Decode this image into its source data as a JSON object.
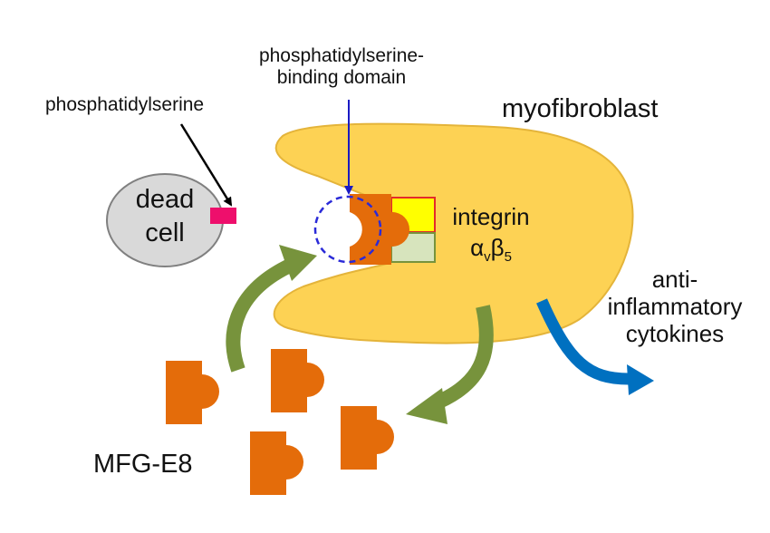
{
  "labels": {
    "phosphatidylserine": "phosphatidylserine",
    "binding_domain_line1": "phosphatidylserine-",
    "binding_domain_line2": "binding domain",
    "myofibroblast": "myofibroblast",
    "dead_line1": "dead",
    "dead_line2": "cell",
    "integrin_line1": "integrin",
    "integrin_alpha": "α",
    "integrin_v": "v",
    "integrin_beta": "β",
    "integrin_5": "5",
    "anti_line1": "anti-",
    "anti_line2": "inflammatory",
    "anti_line3": "cytokines",
    "mfg": "MFG-E8"
  },
  "colors": {
    "cell_fill": "#fdd254",
    "cell_stroke": "#e4b43a",
    "dead_cell_fill": "#d9d9d9",
    "dead_cell_stroke": "#808080",
    "ps_marker": "#ee0f6c",
    "mfg_e8": "#e46c0a",
    "integrin_alpha_fill": "#ffff00",
    "integrin_alpha_stroke": "#e32b2b",
    "integrin_beta_fill": "#d7e4bd",
    "integrin_beta_stroke": "#77933c",
    "green_arrow": "#77933c",
    "blue_arrow": "#0070c0",
    "dashed_circle": "#2a2ad8",
    "pointer_blue": "#1a1ac4"
  }
}
